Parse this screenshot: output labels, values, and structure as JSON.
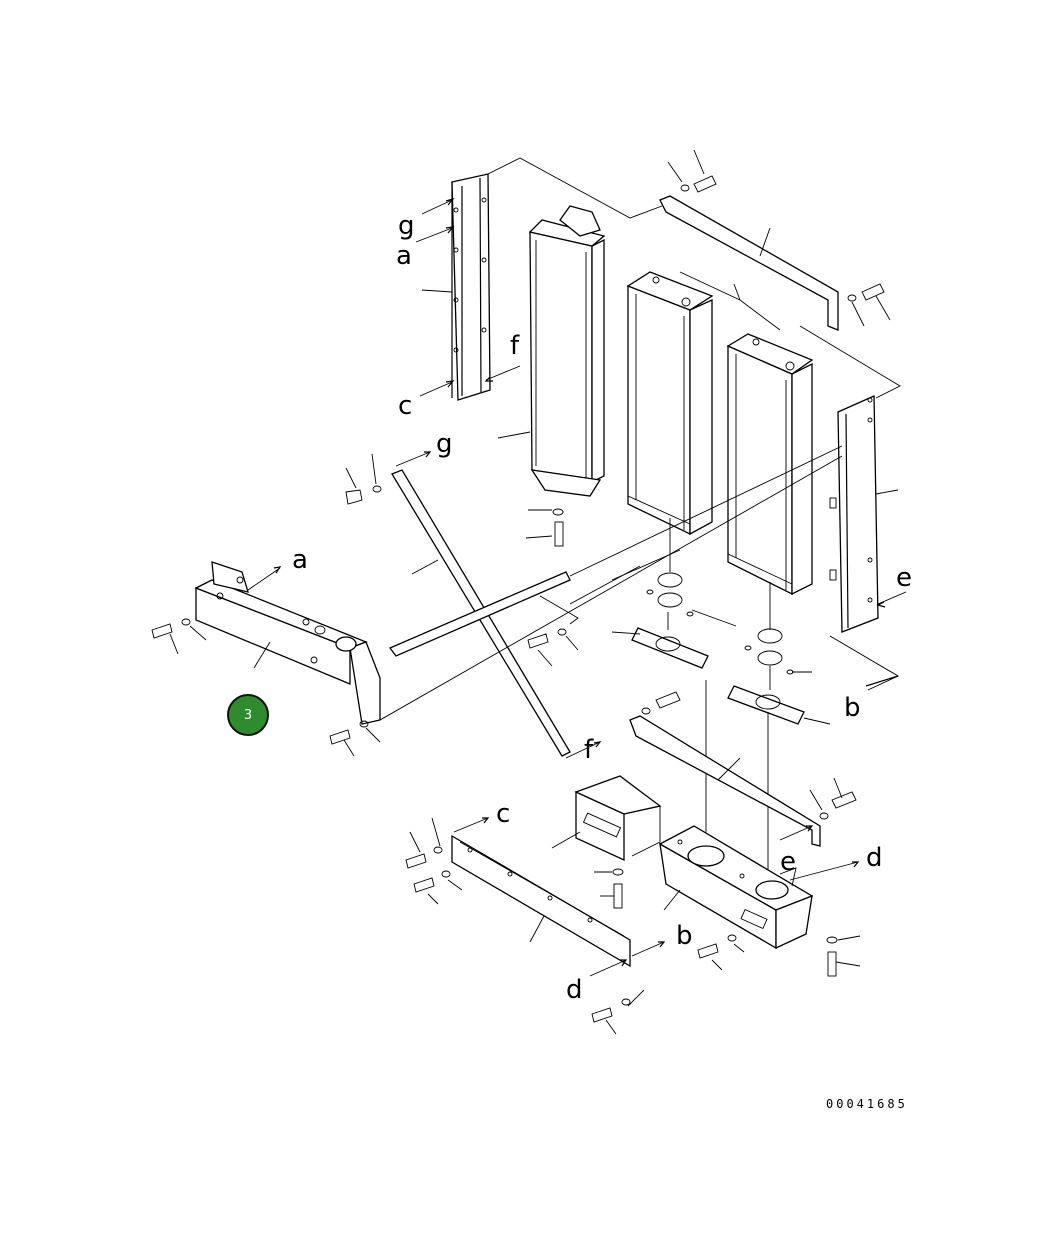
{
  "labels": {
    "g_top": "g",
    "a_top": "a",
    "c_top": "c",
    "f_top": "f",
    "g_mid": "g",
    "a_mid": "a",
    "f_mid": "f",
    "e_right": "e",
    "b_right": "b",
    "c_bottom": "c",
    "e_bottom": "e",
    "d_bottom_right": "d",
    "b_bottom": "b",
    "d_bottom_left": "d"
  },
  "callout": {
    "number": "3",
    "color": "#2e8b2e"
  },
  "drawing_code": "00041685"
}
